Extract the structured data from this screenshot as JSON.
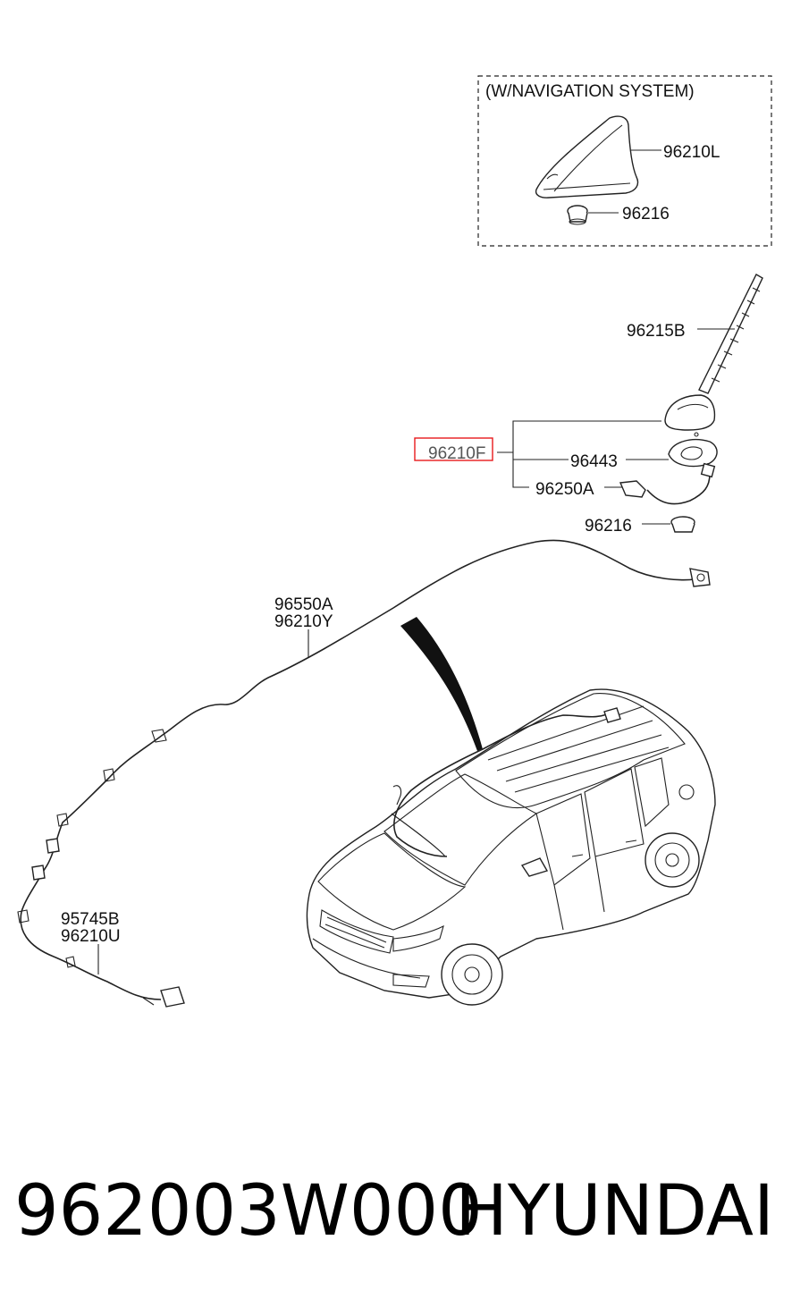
{
  "nav_box": {
    "title": "(W/NAVIGATION SYSTEM)"
  },
  "callouts": {
    "shark_fin": "96210L",
    "shark_fin_grommet": "96216",
    "mast": "96215B",
    "antenna_assy": "96210F",
    "gasket": "96443",
    "antenna_cable": "96250A",
    "grommet": "96216",
    "roof_cable_a": "96550A",
    "roof_cable_b": "96210Y",
    "front_cable_a": "95745B",
    "front_cable_b": "96210U"
  },
  "footer": {
    "part_number": "962003W000",
    "brand": "HYUNDAI"
  },
  "colors": {
    "highlight": "#e8191c",
    "line": "#222222"
  }
}
